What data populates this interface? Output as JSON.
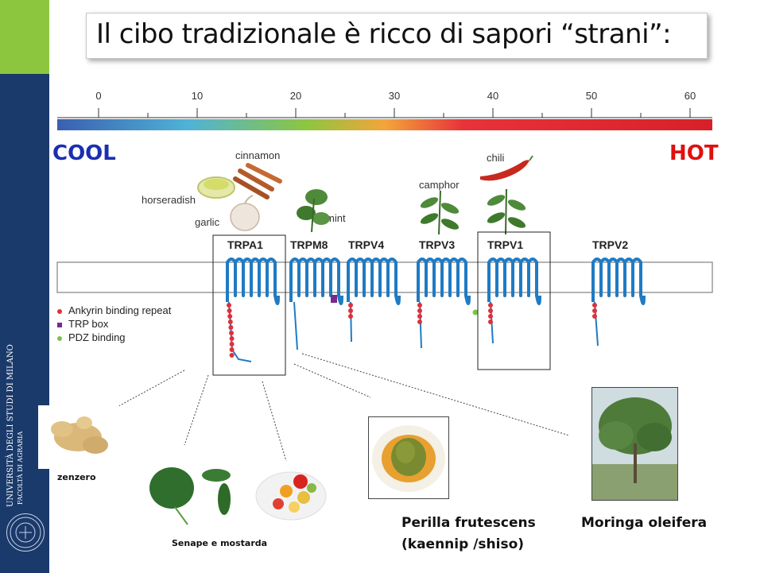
{
  "title": "Il cibo tradizionale è ricco di sapori “strani”:",
  "scale": {
    "ticks": [
      "0",
      "10",
      "20",
      "30",
      "40",
      "50",
      "60"
    ],
    "cool_label": "COOL",
    "hot_label": "HOT"
  },
  "agents": {
    "cinnamon": "cinnamon",
    "horseradish": "horseradish",
    "garlic": "garlic",
    "mint": "mint",
    "camphor": "camphor",
    "chili": "chili"
  },
  "channels": [
    "TRPA1",
    "TRPM8",
    "TRPV4",
    "TRPV3",
    "TRPV1",
    "TRPV2"
  ],
  "legend": {
    "ankyrin": "Ankyrin binding repeat",
    "trp_box": "TRP box",
    "pdz": "PDZ binding"
  },
  "captions": {
    "zenzero": "zenzero",
    "senape": "Senape e mostarda",
    "perilla_1": "Perilla frutescens",
    "perilla_2": "(kaennip /shiso)",
    "moringa": "Moringa oleifera"
  },
  "colors": {
    "sidebar": "#1a3a6b",
    "sidebar_accent": "#8cc63f",
    "channel_blue": "#1f7bc4",
    "ankyrin_red": "#e0303a",
    "trp_box_purple": "#7a2a8c",
    "pdz_green": "#7cc24a",
    "cool_text": "#1a2fb0",
    "hot_text": "#e01010"
  },
  "sidebar_text": {
    "university": "UNIVERSITÀ DEGLI STUDI DI MILANO",
    "faculty": "FACOLTÀ DI AGRARIA"
  }
}
